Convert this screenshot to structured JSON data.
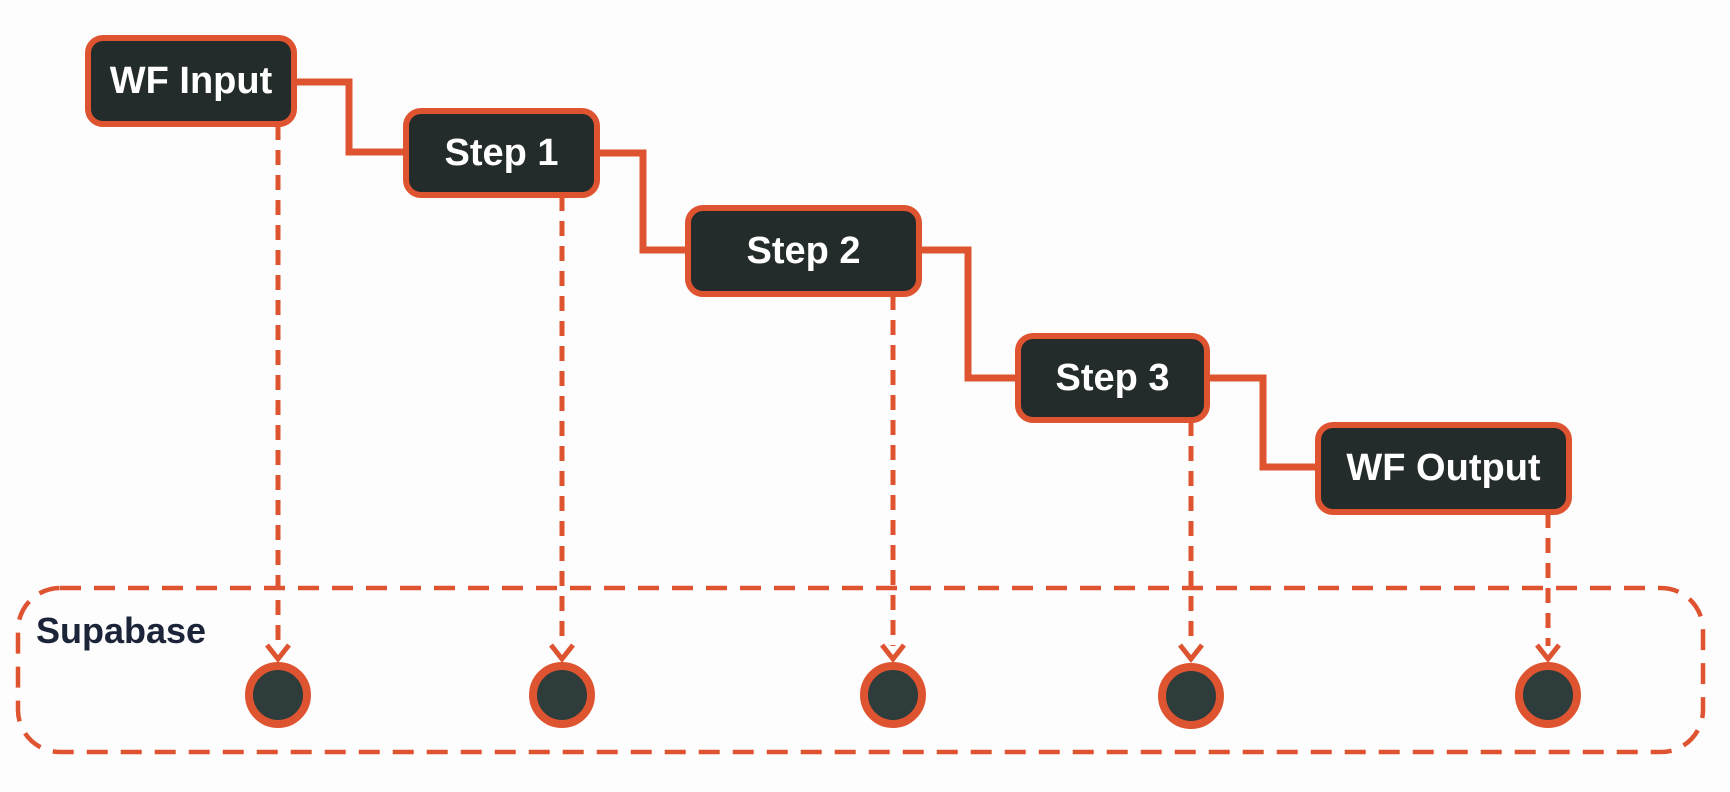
{
  "diagram": {
    "type": "workflow-diagram",
    "nodes": [
      {
        "id": "wf-input",
        "label": "WF Input"
      },
      {
        "id": "step-1",
        "label": "Step 1"
      },
      {
        "id": "step-2",
        "label": "Step 2"
      },
      {
        "id": "step-3",
        "label": "Step 3"
      },
      {
        "id": "wf-output",
        "label": "WF Output"
      }
    ],
    "container": {
      "label": "Supabase",
      "circle_count": 5
    },
    "edges": [
      {
        "from": "wf-input",
        "to": "step-1",
        "style": "solid-elbow"
      },
      {
        "from": "step-1",
        "to": "step-2",
        "style": "solid-elbow"
      },
      {
        "from": "step-2",
        "to": "step-3",
        "style": "solid-elbow"
      },
      {
        "from": "step-3",
        "to": "wf-output",
        "style": "solid-elbow"
      },
      {
        "from": "wf-input",
        "to": "supabase",
        "style": "dashed-arrow"
      },
      {
        "from": "step-1",
        "to": "supabase",
        "style": "dashed-arrow"
      },
      {
        "from": "step-2",
        "to": "supabase",
        "style": "dashed-arrow"
      },
      {
        "from": "step-3",
        "to": "supabase",
        "style": "dashed-arrow"
      },
      {
        "from": "wf-output",
        "to": "supabase",
        "style": "dashed-arrow"
      }
    ],
    "colors": {
      "accent_orange": "#DF5430",
      "node_fill": "#232B2B",
      "node_text": "#FFFFFF",
      "circle_fill": "#2F3C3C",
      "container_label_color": "#1B2438",
      "background": "#FDFDFD"
    }
  }
}
